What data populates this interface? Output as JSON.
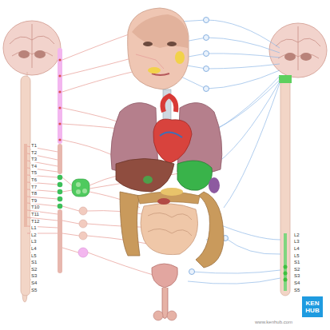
{
  "diagram": {
    "labels": [
      "T1",
      "T2",
      "T3",
      "T4",
      "T5",
      "T6",
      "T7",
      "T8",
      "T9",
      "T10",
      "T11",
      "T12",
      "L1",
      "L2",
      "L3",
      "L4",
      "L5",
      "S1",
      "S2",
      "S3",
      "S4",
      "S5",
      "L2",
      "L3",
      "L4",
      "L5",
      "S1",
      "S2",
      "S3",
      "S4",
      "S5",
      "www.kenhub.com",
      "KEN HUB"
    ]
  }
}
